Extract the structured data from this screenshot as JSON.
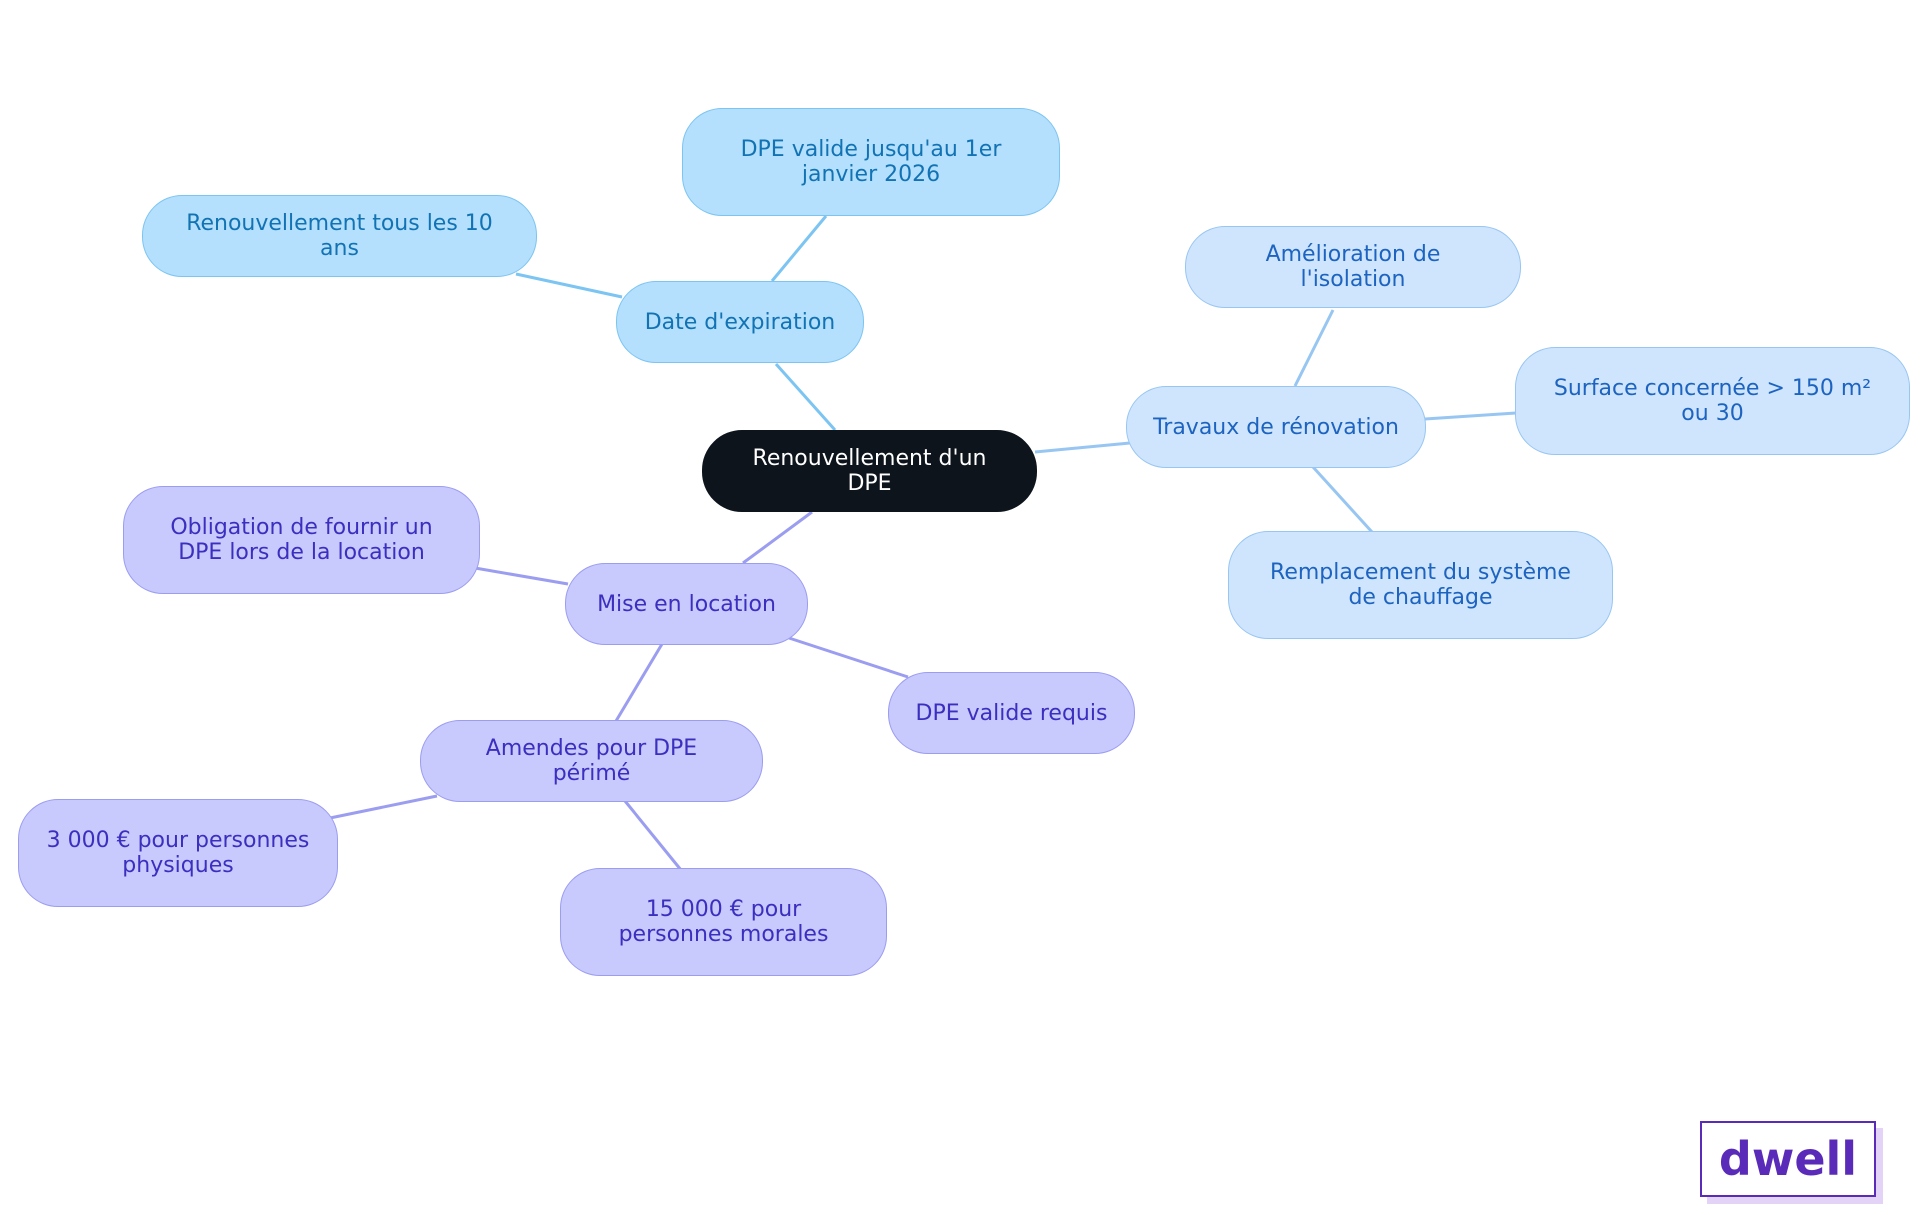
{
  "diagram": {
    "center": {
      "label": "Renouvellement d'un DPE"
    },
    "branches": [
      {
        "label": "Date d'expiration",
        "color": "#b4e0fd",
        "children": [
          {
            "label": "Renouvellement tous les 10 ans"
          },
          {
            "label": "DPE valide jusqu'au 1er janvier 2026"
          }
        ]
      },
      {
        "label": "Travaux de rénovation",
        "color": "#cfe5fd",
        "children": [
          {
            "label": "Amélioration de l'isolation"
          },
          {
            "label": "Surface concernée > 150 m² ou 30"
          },
          {
            "label": "Remplacement du système de chauffage"
          }
        ]
      },
      {
        "label": "Mise en location",
        "color": "#c8c9fd",
        "children": [
          {
            "label": "Obligation de fournir un DPE lors de la location"
          },
          {
            "label": "DPE valide requis"
          },
          {
            "label": "Amendes pour DPE périmé",
            "children": [
              {
                "label": "3 000 € pour personnes physiques"
              },
              {
                "label": "15 000 € pour personnes morales"
              }
            ]
          }
        ]
      }
    ]
  },
  "logo": {
    "text": "dwell"
  }
}
